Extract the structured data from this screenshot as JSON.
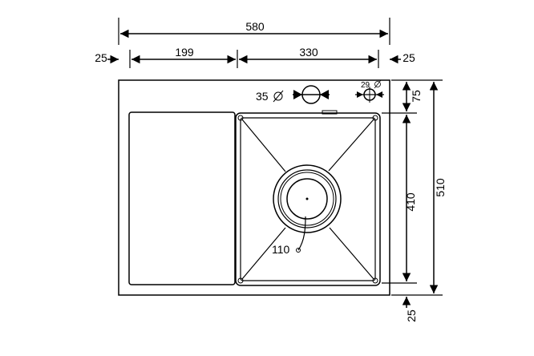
{
  "dimensions": {
    "overall_width": "580",
    "left_margin": "25",
    "drainboard_width": "199",
    "bowl_width": "330",
    "right_margin": "25",
    "faucet_hole": "35",
    "overflow_hole": "29",
    "top_margin": "75",
    "bowl_depth": "410",
    "overall_depth": "510",
    "bottom_margin": "25",
    "drain_diameter": "110"
  },
  "colors": {
    "line": "#000000",
    "background": "#ffffff"
  }
}
